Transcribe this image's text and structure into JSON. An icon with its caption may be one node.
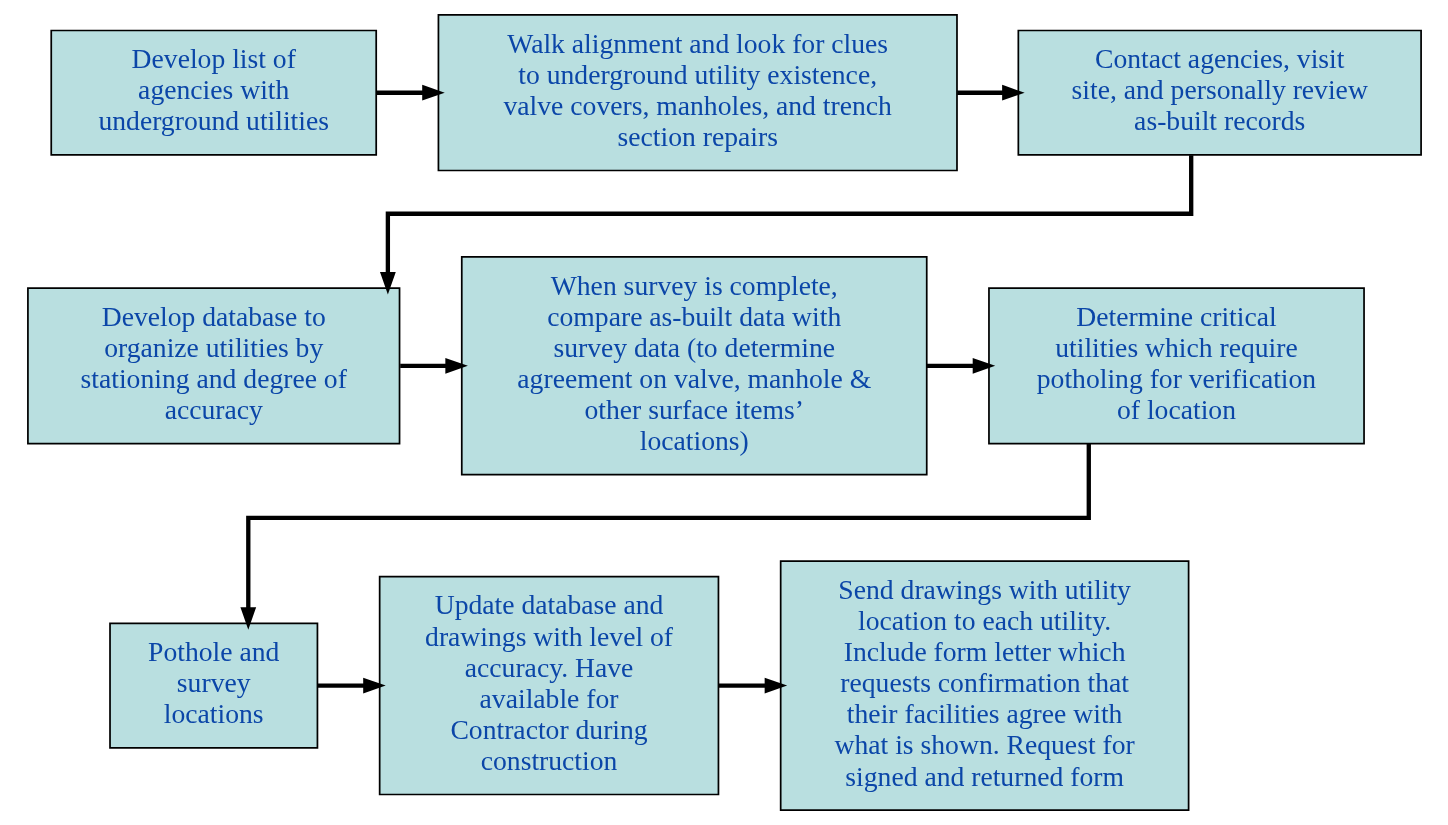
{
  "diagram": {
    "nodes": [
      {
        "text": [
          "Develop list of agencies with underground utilities"
        ]
      },
      {
        "text": [
          "Walk alignment and look for clues to underground utility existence, valve covers, manholes, and trench section repairs"
        ]
      },
      {
        "text": [
          "Contact agencies, visit site, and personally review as-built records"
        ]
      },
      {
        "text": [
          "Develop database to organize utilities by stationing and degree of accuracy"
        ]
      },
      {
        "text": [
          "When survey is complete, compare as-built data with survey data (to determine agreement on valve, manhole & other surface items’ locations)"
        ]
      },
      {
        "text": [
          "Determine critical utilities which require potholing for verification of location"
        ]
      },
      {
        "text": [
          "Pothole and survey locations"
        ]
      },
      {
        "text": [
          "Update database and drawings with level of accuracy. Have available for Contractor during construction"
        ]
      },
      {
        "text": [
          "Send drawings with utility location to each utility.  Include form letter which requests confirmation that their facilities agree with what is shown. Request for signed and returned form"
        ]
      }
    ],
    "edges": [
      {
        "from": 0,
        "to": 1,
        "arrow": "to"
      },
      {
        "from": 1,
        "to": 2,
        "arrow": "to"
      },
      {
        "from": 2,
        "to": 3,
        "arrow": "to"
      },
      {
        "from": 3,
        "to": 4,
        "arrow": "to"
      },
      {
        "from": 4,
        "to": 5,
        "arrow": "to"
      },
      {
        "from": 5,
        "to": 6,
        "arrow": "to"
      },
      {
        "from": 6,
        "to": 7,
        "arrow": "to"
      },
      {
        "from": 7,
        "to": 8,
        "arrow": "to"
      }
    ]
  }
}
